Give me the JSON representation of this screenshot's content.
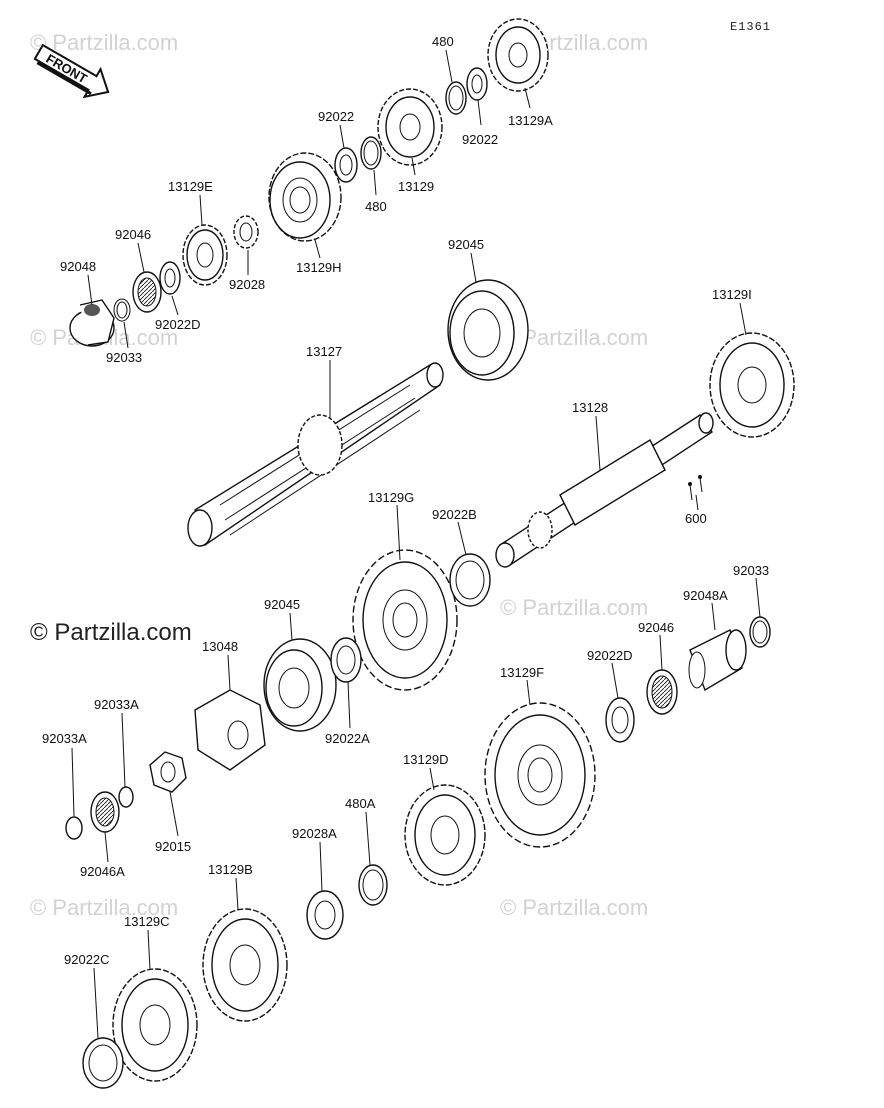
{
  "diagram": {
    "code": "E1361",
    "front_arrow_label": "FRONT",
    "watermark_text": "© Partzilla.com",
    "labels": {
      "p480_top": "480",
      "p13129A": "13129A",
      "p92022_r": "92022",
      "p92022_l": "92022",
      "p13129": "13129",
      "p480_mid": "480",
      "p13129E": "13129E",
      "p13129H": "13129H",
      "p92046_top": "92046",
      "p92048_top": "92048",
      "p92028": "92028",
      "p92022D_top": "92022D",
      "p92033_top": "92033",
      "p92045_top": "92045",
      "p13129I": "13129I",
      "p13127": "13127",
      "p13128": "13128",
      "p600": "600",
      "p13129G": "13129G",
      "p92022B": "92022B",
      "p92033_r": "92033",
      "p92048A": "92048A",
      "p92045_mid": "92045",
      "p13048": "13048",
      "p92046_r": "92046",
      "p92022D_r": "92022D",
      "p13129F": "13129F",
      "p92022A": "92022A",
      "p92033A_l": "92033A",
      "p92033A_r": "92033A",
      "p13129D": "13129D",
      "p480A": "480A",
      "p92015": "92015",
      "p92046A": "92046A",
      "p92028A": "92028A",
      "p13129B": "13129B",
      "p13129C": "13129C",
      "p92022C": "92022C"
    }
  }
}
